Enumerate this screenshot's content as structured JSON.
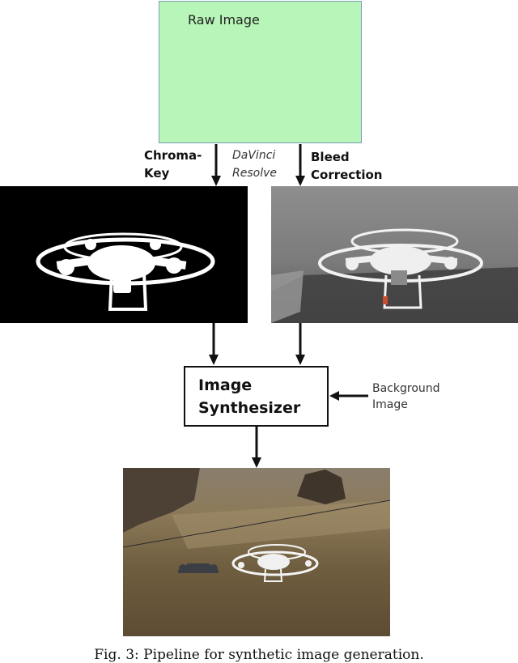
{
  "raw_image": {
    "label": "Raw Image",
    "color": "#b8f5b8"
  },
  "left_step": {
    "line1": "Chroma-",
    "line2": "Key"
  },
  "tool": {
    "line1": "DaVinci",
    "line2": "Resolve"
  },
  "right_step": {
    "line1": "Bleed",
    "line2": "Correction"
  },
  "synthesizer": {
    "line1": "Image",
    "line2": "Synthesizer"
  },
  "background_input": {
    "line1": "Background",
    "line2": "Image"
  },
  "caption": "Fig. 3: Pipeline for synthetic image generation."
}
